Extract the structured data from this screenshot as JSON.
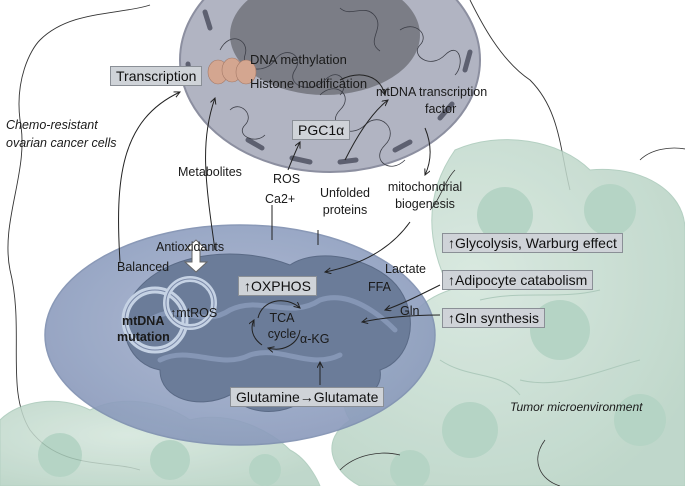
{
  "labels": {
    "transcription": "Transcription",
    "dna_methylation": "DNA methylation",
    "histone_modification": "Histone modification",
    "mtdna_tf_line1": "mtDNA  transcription",
    "mtdna_tf_line2": "factor",
    "pgc1a": "PGC1α",
    "chemo_line1": "Chemo-resistant",
    "chemo_line2": "ovarian cancer cells",
    "metabolites": "Metabolites",
    "ros": "ROS",
    "ca2": "Ca2+",
    "unfolded_line1": "Unfolded",
    "unfolded_line2": "proteins",
    "mito_bio_line1": "mitochondrial",
    "mito_bio_line2": "biogenesis",
    "antioxidants": "Antioxidants",
    "balanced": "Balanced",
    "mtros": "↑mtROS",
    "mtdna_line1": "mtDNA",
    "mtdna_line2": "mutation",
    "oxphos": "↑OXPHOS",
    "tca_line1": "TCA",
    "tca_line2": "cycle",
    "akg": "α-KG",
    "glutamine": "Glutamine→Glutamate",
    "lactate": "Lactate",
    "ffa": "FFA",
    "gln": "Gln",
    "glycolysis": "↑Glycolysis, Warburg effect",
    "adipocyte": "↑Adipocyte catabolism",
    "gln_synthesis": "↑Gln synthesis",
    "tme": "Tumor microenvironment"
  },
  "colors": {
    "nucleus_fill": "#a9acbb",
    "nucleolus_fill": "#7b7d85",
    "mito_fill": "#8d9fc2",
    "mito_inner": "#6e7f9b",
    "tme_cell_fill": "#c4dccf",
    "tme_nucleus": "#9fc3b1",
    "box_fill": "#cfd3d8",
    "arrow": "#222222"
  },
  "icons": {
    "balanced_arrow": "double-headed-arrow-icon",
    "mtdna_rings": "mtdna-circle-icon",
    "chromatin": "chromatin-coil-icon"
  }
}
